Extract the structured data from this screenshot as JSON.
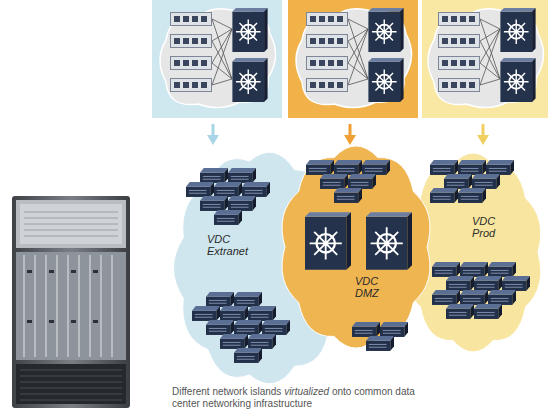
{
  "diagram": {
    "caption": "Different network islands virtualized onto common data center networking infrastructure",
    "nodes": [
      {
        "text": [
          "VDC Extranet"
        ]
      },
      {
        "text": [
          "VDC DMZ"
        ]
      },
      {
        "text": [
          "VDC Prod"
        ]
      }
    ]
  }
}
